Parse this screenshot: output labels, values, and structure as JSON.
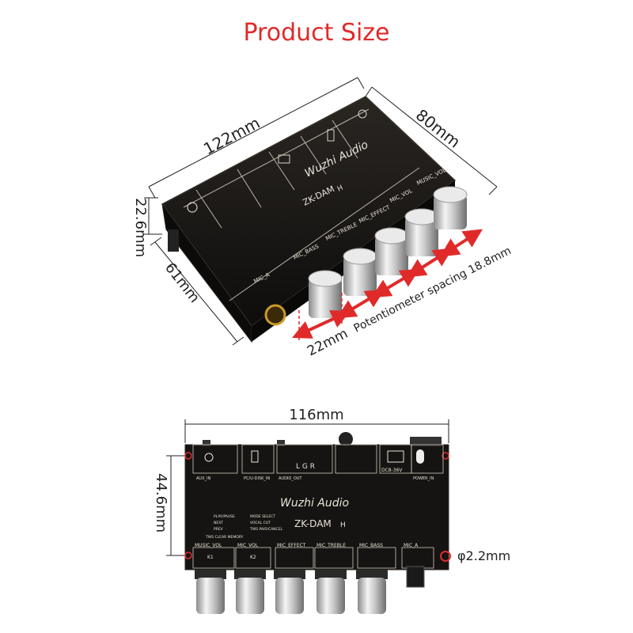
{
  "title": "Product Size",
  "colors": {
    "title": "#e02a2a",
    "dimension": "#222222",
    "accent_arrow": "#e02a2a",
    "board": "#151311",
    "knob": "#d8d8d8"
  },
  "top_view": {
    "dim_length": "122mm",
    "dim_width": "80mm",
    "dim_height": "22.6mm",
    "dim_depth": "61mm",
    "pot_spacing_value": "22mm",
    "pot_spacing_text": "Potentiometer spacing 18.8mm",
    "brand": "Wuzhi Audio",
    "model": "ZK-DAM",
    "model_suffix": "H",
    "knob_labels": [
      "MIC_A",
      "MIC_BASS",
      "MIC_TREBLE",
      "MIC_EFFECT",
      "MIC_VOL",
      "MUSIC_VOL"
    ]
  },
  "bottom_view": {
    "dim_width": "116mm",
    "dim_height": "44.6mm",
    "hole_diameter": "φ2.2mm",
    "brand": "Wuzhi Audio",
    "model": "ZK-DAM",
    "model_suffix": "H",
    "port_labels": [
      "AUX_IN",
      "PC/U-DISK_IN",
      "AUDIO_OUT",
      "",
      "POWER_IN"
    ],
    "audio_out_pins": "L G R",
    "power_label": "DC8-36V",
    "button_labels": [
      "PLAY/PAUSE",
      "MODE SELECT",
      "NEXT",
      "VOCAL CUT",
      "PREV",
      "TWS PAIR/CANCEL",
      "TWS CLEAR MEMORY"
    ],
    "knob_labels": [
      "MUSIC_VOL",
      "MIC_VOL",
      "MIC_EFFECT",
      "MIC_TREBLE",
      "MIC_BASS",
      "MIC_A"
    ],
    "knob_sub_labels": [
      "K1",
      "K2"
    ]
  }
}
